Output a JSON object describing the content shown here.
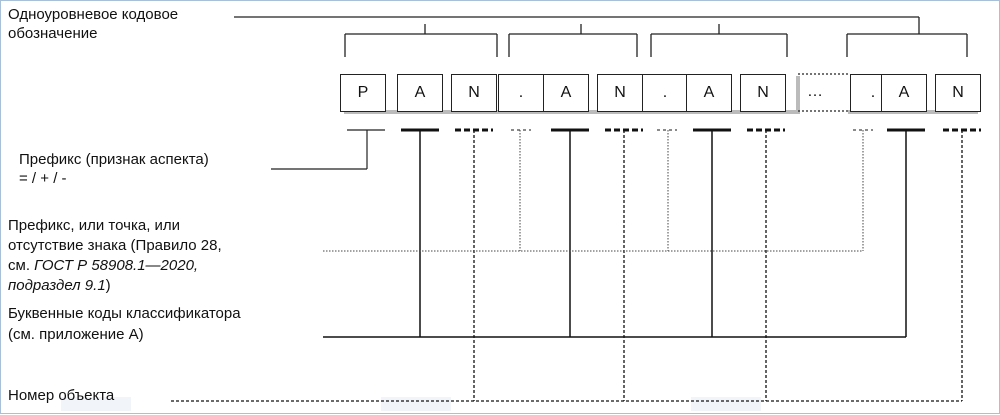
{
  "title": {
    "line1": "Одноуровневое кодовое",
    "line2": "обозначение"
  },
  "code_cells": [
    "P",
    "A",
    "N",
    ".",
    "A",
    "N",
    ".",
    "A",
    "N",
    "…",
    ".",
    "A",
    "N"
  ],
  "labels": {
    "prefix_line1": "Префикс (признак аспекта)",
    "prefix_line2": "= / + / -",
    "separator_line1": "Префикс, или точка, или",
    "separator_line2": "отсутствие знака (Правило 28,",
    "separator_line3a": "см. ",
    "separator_line3b": "ГОСТ Р 58908.1—2020,",
    "separator_line4": "подраздел 9.1",
    "separator_line4b": ")",
    "letter_codes_line1": "Буквенные коды классификатора",
    "letter_codes_line2": "(см. приложение А)",
    "object_number": "Номер объекта"
  }
}
